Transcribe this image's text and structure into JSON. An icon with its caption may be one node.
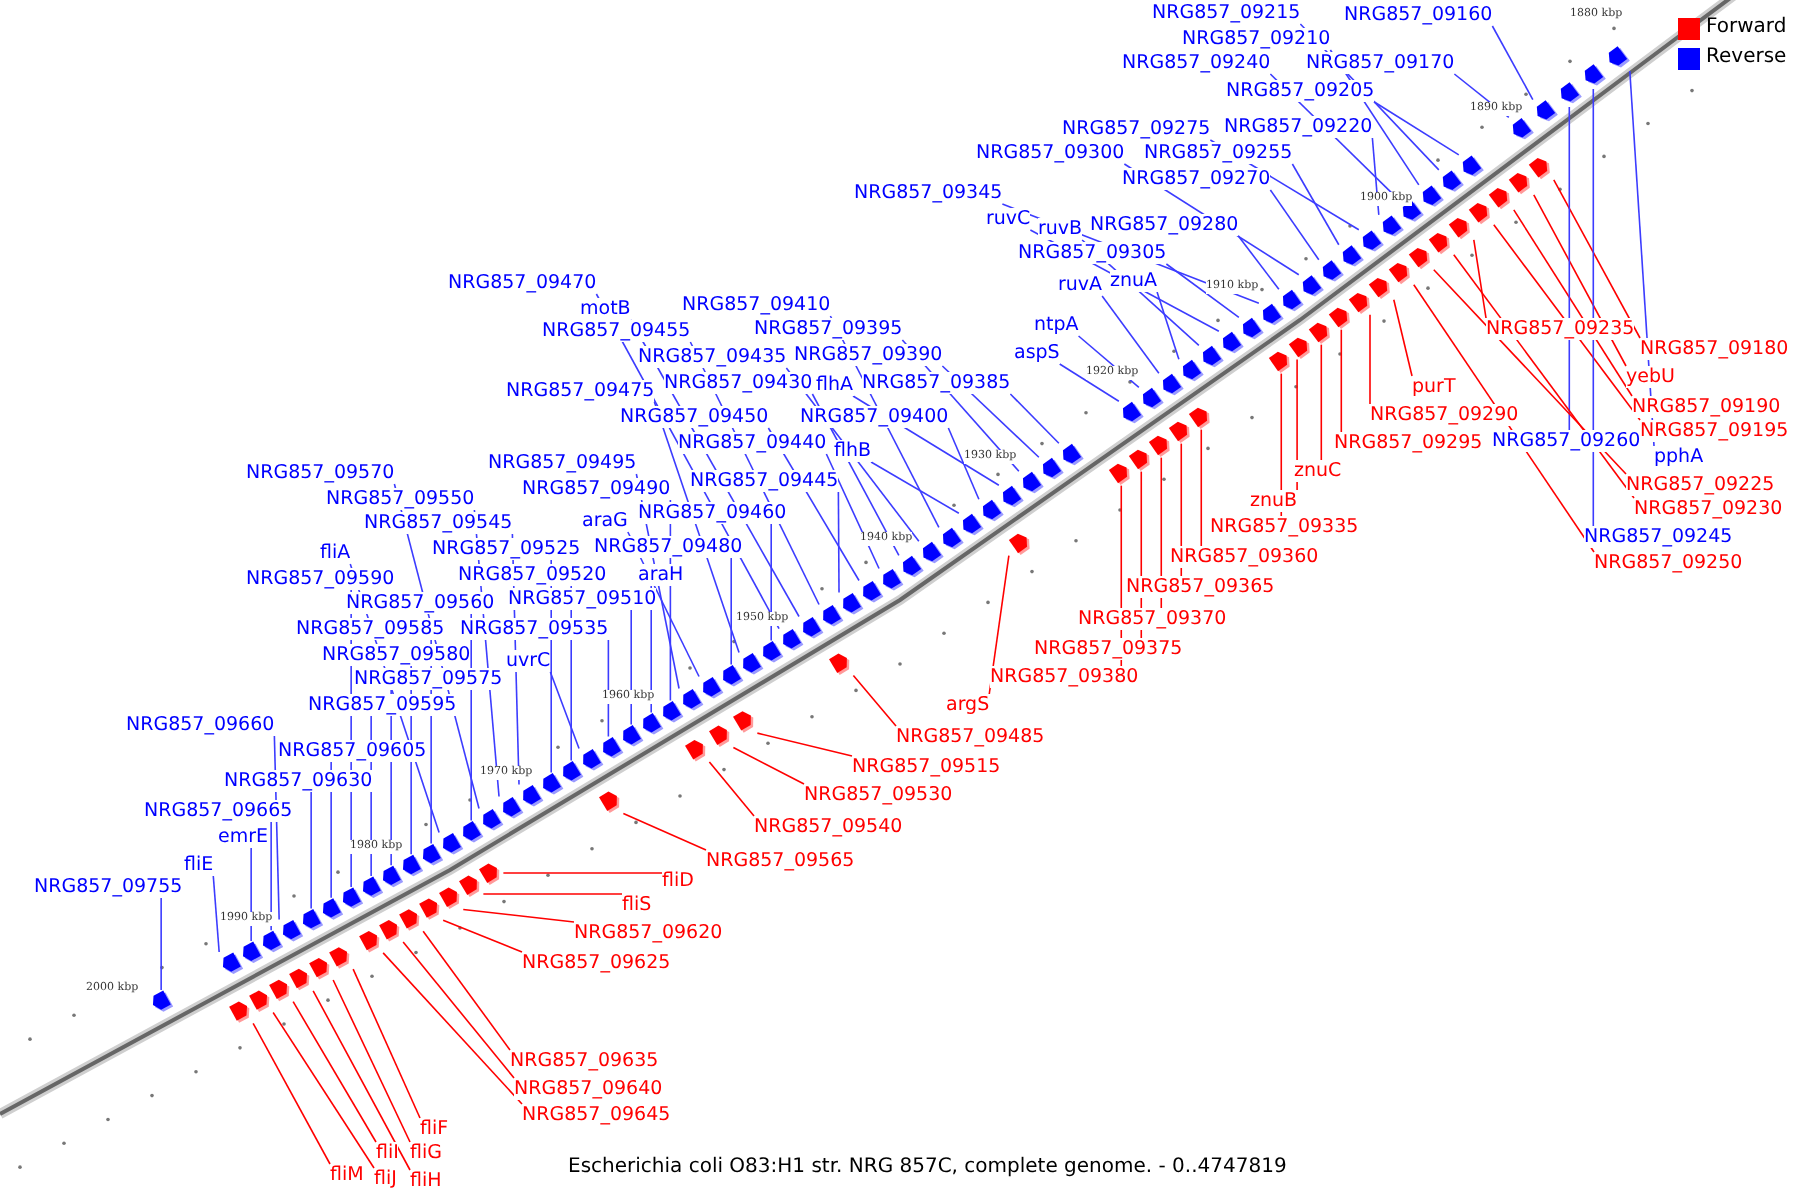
{
  "diagram": {
    "caption": "Escherichia coli O83:H1 str. NRG 857C, complete genome. - 0..4747819",
    "nodes": [
      {
        "text": [
          "NRG857_09215"
        ]
      },
      {
        "text": [
          "NRG857_09160"
        ]
      },
      {
        "text": [
          "NRG857_09210"
        ]
      },
      {
        "text": [
          "NRG857_09240"
        ]
      },
      {
        "text": [
          "NRG857_09170"
        ]
      },
      {
        "text": [
          "NRG857_09205"
        ]
      },
      {
        "text": [
          "NRG857_09275"
        ]
      },
      {
        "text": [
          "NRG857_09220"
        ]
      },
      {
        "text": [
          "NRG857_09300"
        ]
      },
      {
        "text": [
          "NRG857_09255"
        ]
      },
      {
        "text": [
          "NRG857_09270"
        ]
      },
      {
        "text": [
          "NRG857_09345"
        ]
      },
      {
        "text": [
          "ruvC"
        ]
      },
      {
        "text": [
          "NRG857_09280"
        ]
      },
      {
        "text": [
          "ruvB"
        ]
      },
      {
        "text": [
          "NRG857_09305"
        ]
      },
      {
        "text": [
          "znuA"
        ]
      },
      {
        "text": [
          "ruvA"
        ]
      },
      {
        "text": [
          "ntpA"
        ]
      },
      {
        "text": [
          "aspS"
        ]
      },
      {
        "text": [
          "NRG857_09235"
        ]
      },
      {
        "text": [
          "NRG857_09180"
        ]
      },
      {
        "text": [
          "yebU"
        ]
      },
      {
        "text": [
          "NRG857_09190"
        ]
      },
      {
        "text": [
          "NRG857_09195"
        ]
      },
      {
        "text": [
          "purT"
        ]
      },
      {
        "text": [
          "NRG857_09290"
        ]
      },
      {
        "text": [
          "NRG857_09295"
        ]
      },
      {
        "text": [
          "NRG857_09260"
        ]
      },
      {
        "text": [
          "pphA"
        ]
      },
      {
        "text": [
          "znuC"
        ]
      },
      {
        "text": [
          "NRG857_09225"
        ]
      },
      {
        "text": [
          "znuB"
        ]
      },
      {
        "text": [
          "NRG857_09230"
        ]
      },
      {
        "text": [
          "NRG857_09335"
        ]
      },
      {
        "text": [
          "NRG857_09245"
        ]
      },
      {
        "text": [
          "NRG857_09360"
        ]
      },
      {
        "text": [
          "NRG857_09250"
        ]
      },
      {
        "text": [
          "NRG857_09365"
        ]
      },
      {
        "text": [
          "NRG857_09370"
        ]
      },
      {
        "text": [
          "NRG857_09375"
        ]
      },
      {
        "text": [
          "NRG857_09380"
        ]
      },
      {
        "text": [
          "argS"
        ]
      },
      {
        "text": [
          "NRG857_09485"
        ]
      },
      {
        "text": [
          "NRG857_09515"
        ]
      },
      {
        "text": [
          "NRG857_09530"
        ]
      },
      {
        "text": [
          "NRG857_09540"
        ]
      },
      {
        "text": [
          "NRG857_09565"
        ]
      },
      {
        "text": [
          "NRG857_09470"
        ]
      },
      {
        "text": [
          "NRG857_09410"
        ]
      },
      {
        "text": [
          "motB"
        ]
      },
      {
        "text": [
          "NRG857_09395"
        ]
      },
      {
        "text": [
          "NRG857_09455"
        ]
      },
      {
        "text": [
          "NRG857_09390"
        ]
      },
      {
        "text": [
          "NRG857_09435"
        ]
      },
      {
        "text": [
          "NRG857_09430"
        ]
      },
      {
        "text": [
          "flhA"
        ]
      },
      {
        "text": [
          "NRG857_09385"
        ]
      },
      {
        "text": [
          "NRG857_09475"
        ]
      },
      {
        "text": [
          "NRG857_09450"
        ]
      },
      {
        "text": [
          "NRG857_09400"
        ]
      },
      {
        "text": [
          "NRG857_09440"
        ]
      },
      {
        "text": [
          "flhB"
        ]
      },
      {
        "text": [
          "NRG857_09495"
        ]
      },
      {
        "text": [
          "NRG857_09570"
        ]
      },
      {
        "text": [
          "NRG857_09445"
        ]
      },
      {
        "text": [
          "NRG857_09490"
        ]
      },
      {
        "text": [
          "NRG857_09550"
        ]
      },
      {
        "text": [
          "NRG857_09460"
        ]
      },
      {
        "text": [
          "araG"
        ]
      },
      {
        "text": [
          "NRG857_09545"
        ]
      },
      {
        "text": [
          "NRG857_09480"
        ]
      },
      {
        "text": [
          "NRG857_09525"
        ]
      },
      {
        "text": [
          "fliA"
        ]
      },
      {
        "text": [
          "NRG857_09520"
        ]
      },
      {
        "text": [
          "araH"
        ]
      },
      {
        "text": [
          "NRG857_09590"
        ]
      },
      {
        "text": [
          "NRG857_09510"
        ]
      },
      {
        "text": [
          "NRG857_09560"
        ]
      },
      {
        "text": [
          "NRG857_09585"
        ]
      },
      {
        "text": [
          "NRG857_09535"
        ]
      },
      {
        "text": [
          "NRG857_09580"
        ]
      },
      {
        "text": [
          "uvrC"
        ]
      },
      {
        "text": [
          "NRG857_09575"
        ]
      },
      {
        "text": [
          "NRG857_09595"
        ]
      },
      {
        "text": [
          "NRG857_09660"
        ]
      },
      {
        "text": [
          "NRG857_09605"
        ]
      },
      {
        "text": [
          "NRG857_09630"
        ]
      },
      {
        "text": [
          "NRG857_09665"
        ]
      },
      {
        "text": [
          "emrE"
        ]
      },
      {
        "text": [
          "fliE"
        ]
      },
      {
        "text": [
          "NRG857_09755"
        ]
      },
      {
        "text": [
          "fliD"
        ]
      },
      {
        "text": [
          "fliS"
        ]
      },
      {
        "text": [
          "NRG857_09620"
        ]
      },
      {
        "text": [
          "NRG857_09625"
        ]
      },
      {
        "text": [
          "NRG857_09635"
        ]
      },
      {
        "text": [
          "NRG857_09640"
        ]
      },
      {
        "text": [
          "NRG857_09645"
        ]
      },
      {
        "text": [
          "fliF"
        ]
      },
      {
        "text": [
          "fliI"
        ]
      },
      {
        "text": [
          "fliG"
        ]
      },
      {
        "text": [
          "fliM"
        ]
      },
      {
        "text": [
          "fliJ"
        ]
      },
      {
        "text": [
          "fliH"
        ]
      },
      {
        "text": [],
        "shape": "arrow"
      },
      {
        "text": [],
        "shape": "arrow"
      },
      {
        "text": [],
        "shape": "arrow"
      },
      {
        "text": [],
        "shape": "arrow"
      },
      {
        "text": [],
        "shape": "arrow"
      },
      {
        "text": [],
        "shape": "arrow"
      },
      {
        "text": [],
        "shape": "arrow"
      },
      {
        "text": [],
        "shape": "arrow"
      },
      {
        "text": [],
        "shape": "arrow"
      },
      {
        "text": [],
        "shape": "arrow"
      },
      {
        "text": [],
        "shape": "arrow"
      },
      {
        "text": [],
        "shape": "arrow"
      },
      {
        "text": [],
        "shape": "arrow"
      },
      {
        "text": [],
        "shape": "arrow"
      },
      {
        "text": [],
        "shape": "arrow"
      },
      {
        "text": [],
        "shape": "arrow"
      },
      {
        "text": [],
        "shape": "arrow"
      },
      {
        "text": [],
        "shape": "arrow"
      },
      {
        "text": [],
        "shape": "arrow"
      },
      {
        "text": [],
        "shape": "arrow"
      },
      {
        "text": [],
        "shape": "arrow"
      },
      {
        "text": [],
        "shape": "arrow"
      },
      {
        "text": [],
        "shape": "arrow"
      },
      {
        "text": [],
        "shape": "arrow"
      },
      {
        "text": [],
        "shape": "arrow"
      },
      {
        "text": [],
        "shape": "arrow"
      },
      {
        "text": [],
        "shape": "arrow"
      },
      {
        "text": [],
        "shape": "arrow"
      },
      {
        "text": [],
        "shape": "arrow"
      },
      {
        "text": [],
        "shape": "arrow"
      },
      {
        "text": [],
        "shape": "arrow"
      },
      {
        "text": [],
        "shape": "arrow"
      },
      {
        "text": [],
        "shape": "arrow"
      },
      {
        "text": [],
        "shape": "arrow"
      },
      {
        "text": [],
        "shape": "arrow"
      },
      {
        "text": [],
        "shape": "arrow"
      },
      {
        "text": [],
        "shape": "arrow"
      },
      {
        "text": [],
        "shape": "arrow"
      },
      {
        "text": [],
        "shape": "arrow"
      },
      {
        "text": [],
        "shape": "arrow"
      },
      {
        "text": [],
        "shape": "arrow"
      },
      {
        "text": [],
        "shape": "arrow"
      },
      {
        "text": [],
        "shape": "arrow"
      },
      {
        "text": [],
        "shape": "arrow"
      },
      {
        "text": [],
        "shape": "arrow"
      },
      {
        "text": [],
        "shape": "arrow"
      },
      {
        "text": [],
        "shape": "arrow"
      },
      {
        "text": [],
        "shape": "arrow"
      },
      {
        "text": [],
        "shape": "arrow"
      },
      {
        "text": [],
        "shape": "arrow"
      },
      {
        "text": [],
        "shape": "arrow"
      },
      {
        "text": [],
        "shape": "arrow"
      },
      {
        "text": [],
        "shape": "arrow"
      },
      {
        "text": [],
        "shape": "arrow"
      },
      {
        "text": [],
        "shape": "arrow"
      },
      {
        "text": [],
        "shape": "arrow"
      },
      {
        "text": [],
        "shape": "arrow"
      },
      {
        "text": [],
        "shape": "arrow"
      },
      {
        "text": [],
        "shape": "arrow"
      },
      {
        "text": [],
        "shape": "arrow"
      },
      {
        "text": [],
        "shape": "arrow"
      },
      {
        "text": [],
        "shape": "arrow"
      },
      {
        "text": [],
        "shape": "arrow"
      },
      {
        "text": [],
        "shape": "arrow"
      },
      {
        "text": [],
        "shape": "arrow"
      },
      {
        "text": [],
        "shape": "arrow"
      },
      {
        "text": [],
        "shape": "arrow"
      },
      {
        "text": [],
        "shape": "arrow"
      },
      {
        "text": [],
        "shape": "arrow"
      },
      {
        "text": [],
        "shape": "arrow"
      },
      {
        "text": [],
        "shape": "arrow"
      },
      {
        "text": [],
        "shape": "arrow"
      },
      {
        "text": [],
        "shape": "arrow"
      },
      {
        "text": [],
        "shape": "arrow"
      },
      {
        "text": [],
        "shape": "arrow"
      },
      {
        "text": [],
        "shape": "arrow"
      },
      {
        "text": [],
        "shape": "arrow"
      },
      {
        "text": [],
        "shape": "arrow"
      },
      {
        "text": [],
        "shape": "arrow"
      },
      {
        "text": [],
        "shape": "arrow"
      },
      {
        "text": [],
        "shape": "arrow"
      },
      {
        "text": [],
        "shape": "arrow"
      },
      {
        "text": [],
        "shape": "arrow"
      },
      {
        "text": [],
        "shape": "arrow"
      },
      {
        "text": [],
        "shape": "arrow"
      },
      {
        "text": [],
        "shape": "arrow"
      },
      {
        "text": [],
        "shape": "arrow"
      },
      {
        "text": [],
        "shape": "arrow"
      },
      {
        "text": [],
        "shape": "arrow"
      },
      {
        "text": [],
        "shape": "arrow"
      },
      {
        "text": [],
        "shape": "arrow"
      },
      {
        "text": [],
        "shape": "arrow"
      },
      {
        "text": [],
        "shape": "arrow"
      },
      {
        "text": [],
        "shape": "arrow"
      },
      {
        "text": [],
        "shape": "arrow"
      },
      {
        "text": [],
        "shape": "arrow"
      },
      {
        "text": [],
        "shape": "arrow"
      },
      {
        "text": [],
        "shape": "arrow"
      },
      {
        "text": [],
        "shape": "arrow"
      },
      {
        "text": [],
        "shape": "arrow"
      },
      {
        "text": [],
        "shape": "arrow"
      },
      {
        "text": [],
        "shape": "arrow"
      },
      {
        "text": [],
        "shape": "arrow"
      },
      {
        "text": [],
        "shape": "arrow"
      },
      {
        "text": [],
        "shape": "arrow"
      }
    ],
    "edges": [
      {
        "from": 0,
        "to": 105,
        "arrow": "none"
      },
      {
        "from": 1,
        "to": 106,
        "arrow": "none"
      },
      {
        "from": 2,
        "to": 107,
        "arrow": "none"
      },
      {
        "from": 3,
        "to": 108,
        "arrow": "none"
      },
      {
        "from": 4,
        "to": 109,
        "arrow": "none"
      },
      {
        "from": 5,
        "to": 110,
        "arrow": "none"
      },
      {
        "from": 6,
        "to": 111,
        "arrow": "none"
      },
      {
        "from": 7,
        "to": 112,
        "arrow": "none"
      },
      {
        "from": 8,
        "to": 113,
        "arrow": "none"
      },
      {
        "from": 9,
        "to": 114,
        "arrow": "none"
      },
      {
        "from": 10,
        "to": 115,
        "arrow": "none"
      },
      {
        "from": 11,
        "to": 116,
        "arrow": "none"
      },
      {
        "from": 12,
        "to": 117,
        "arrow": "none"
      },
      {
        "from": 13,
        "to": 118,
        "arrow": "none"
      },
      {
        "from": 14,
        "to": 119,
        "arrow": "none"
      },
      {
        "from": 15,
        "to": 120,
        "arrow": "none"
      },
      {
        "from": 16,
        "to": 121,
        "arrow": "none"
      },
      {
        "from": 17,
        "to": 122,
        "arrow": "none"
      },
      {
        "from": 18,
        "to": 123,
        "arrow": "none"
      },
      {
        "from": 19,
        "to": 124,
        "arrow": "none"
      },
      {
        "from": 20,
        "to": 125,
        "arrow": "none",
        "color": "#ff0000"
      },
      {
        "from": 21,
        "to": 126,
        "arrow": "none",
        "color": "#ff0000"
      },
      {
        "from": 22,
        "to": 127,
        "arrow": "none",
        "color": "#ff0000"
      },
      {
        "from": 23,
        "to": 128,
        "arrow": "none",
        "color": "#ff0000"
      },
      {
        "from": 24,
        "to": 129,
        "arrow": "none",
        "color": "#ff0000"
      },
      {
        "from": 25,
        "to": 130,
        "arrow": "none",
        "color": "#ff0000"
      },
      {
        "from": 26,
        "to": 131,
        "arrow": "none",
        "color": "#ff0000"
      },
      {
        "from": 27,
        "to": 132,
        "arrow": "none",
        "color": "#ff0000"
      },
      {
        "from": 28,
        "to": 133,
        "arrow": "none"
      },
      {
        "from": 29,
        "to": 134,
        "arrow": "none"
      },
      {
        "from": 30,
        "to": 135,
        "arrow": "none",
        "color": "#ff0000"
      },
      {
        "from": 31,
        "to": 136,
        "arrow": "none",
        "color": "#ff0000"
      },
      {
        "from": 32,
        "to": 137,
        "arrow": "none",
        "color": "#ff0000"
      },
      {
        "from": 33,
        "to": 138,
        "arrow": "none",
        "color": "#ff0000"
      },
      {
        "from": 34,
        "to": 139,
        "arrow": "none",
        "color": "#ff0000"
      },
      {
        "from": 35,
        "to": 140,
        "arrow": "none"
      },
      {
        "from": 36,
        "to": 141,
        "arrow": "none",
        "color": "#ff0000"
      },
      {
        "from": 37,
        "to": 142,
        "arrow": "none",
        "color": "#ff0000"
      },
      {
        "from": 38,
        "to": 143,
        "arrow": "none",
        "color": "#ff0000"
      },
      {
        "from": 39,
        "to": 144,
        "arrow": "none",
        "color": "#ff0000"
      },
      {
        "from": 40,
        "to": 145,
        "arrow": "none",
        "color": "#ff0000"
      },
      {
        "from": 41,
        "to": 146,
        "arrow": "none",
        "color": "#ff0000"
      },
      {
        "from": 42,
        "to": 147,
        "arrow": "none",
        "color": "#ff0000"
      },
      {
        "from": 43,
        "to": 148,
        "arrow": "none",
        "color": "#ff0000"
      },
      {
        "from": 44,
        "to": 149,
        "arrow": "none",
        "color": "#ff0000"
      },
      {
        "from": 45,
        "to": 150,
        "arrow": "none",
        "color": "#ff0000"
      },
      {
        "from": 46,
        "to": 151,
        "arrow": "none",
        "color": "#ff0000"
      },
      {
        "from": 47,
        "to": 152,
        "arrow": "none",
        "color": "#ff0000"
      },
      {
        "from": 48,
        "to": 153,
        "arrow": "none"
      },
      {
        "from": 49,
        "to": 154,
        "arrow": "none"
      },
      {
        "from": 50,
        "to": 155,
        "arrow": "none"
      },
      {
        "from": 51,
        "to": 156,
        "arrow": "none"
      },
      {
        "from": 52,
        "to": 157,
        "arrow": "none"
      },
      {
        "from": 53,
        "to": 158,
        "arrow": "none"
      },
      {
        "from": 54,
        "to": 159,
        "arrow": "none"
      },
      {
        "from": 55,
        "to": 160,
        "arrow": "none"
      },
      {
        "from": 56,
        "to": 161,
        "arrow": "none"
      },
      {
        "from": 57,
        "to": 162,
        "arrow": "none"
      },
      {
        "from": 58,
        "to": 163,
        "arrow": "none"
      },
      {
        "from": 59,
        "to": 164,
        "arrow": "none"
      },
      {
        "from": 60,
        "to": 165,
        "arrow": "none"
      },
      {
        "from": 61,
        "to": 166,
        "arrow": "none"
      },
      {
        "from": 62,
        "to": 167,
        "arrow": "none"
      },
      {
        "from": 63,
        "to": 168,
        "arrow": "none"
      },
      {
        "from": 64,
        "to": 169,
        "arrow": "none"
      },
      {
        "from": 65,
        "to": 170,
        "arrow": "none"
      },
      {
        "from": 66,
        "to": 171,
        "arrow": "none"
      },
      {
        "from": 67,
        "to": 172,
        "arrow": "none"
      },
      {
        "from": 68,
        "to": 173,
        "arrow": "none"
      },
      {
        "from": 69,
        "to": 174,
        "arrow": "none"
      },
      {
        "from": 70,
        "to": 175,
        "arrow": "none"
      },
      {
        "from": 71,
        "to": 176,
        "arrow": "none"
      },
      {
        "from": 72,
        "to": 177,
        "arrow": "none"
      },
      {
        "from": 73,
        "to": 178,
        "arrow": "none"
      },
      {
        "from": 74,
        "to": 179,
        "arrow": "none"
      },
      {
        "from": 75,
        "to": 180,
        "arrow": "none"
      },
      {
        "from": 76,
        "to": 181,
        "arrow": "none"
      },
      {
        "from": 77,
        "to": 182,
        "arrow": "none"
      },
      {
        "from": 78,
        "to": 183,
        "arrow": "none"
      },
      {
        "from": 79,
        "to": 184,
        "arrow": "none"
      },
      {
        "from": 80,
        "to": 185,
        "arrow": "none"
      },
      {
        "from": 81,
        "to": 186,
        "arrow": "none"
      },
      {
        "from": 82,
        "to": 187,
        "arrow": "none"
      },
      {
        "from": 83,
        "to": 188,
        "arrow": "none"
      },
      {
        "from": 84,
        "to": 189,
        "arrow": "none"
      },
      {
        "from": 85,
        "to": 190,
        "arrow": "none"
      },
      {
        "from": 86,
        "to": 191,
        "arrow": "none"
      },
      {
        "from": 87,
        "to": 192,
        "arrow": "none"
      },
      {
        "from": 88,
        "to": 193,
        "arrow": "none"
      },
      {
        "from": 89,
        "to": 194,
        "arrow": "none"
      },
      {
        "from": 90,
        "to": 195,
        "arrow": "none"
      },
      {
        "from": 91,
        "to": 196,
        "arrow": "none"
      },
      {
        "from": 92,
        "to": 197,
        "arrow": "none",
        "color": "#ff0000"
      },
      {
        "from": 93,
        "to": 198,
        "arrow": "none",
        "color": "#ff0000"
      },
      {
        "from": 94,
        "to": 199,
        "arrow": "none",
        "color": "#ff0000"
      },
      {
        "from": 95,
        "to": 200,
        "arrow": "none",
        "color": "#ff0000"
      },
      {
        "from": 96,
        "to": 201,
        "arrow": "none",
        "color": "#ff0000"
      },
      {
        "from": 97,
        "to": 202,
        "arrow": "none",
        "color": "#ff0000"
      },
      {
        "from": 98,
        "to": 203,
        "arrow": "none",
        "color": "#ff0000"
      },
      {
        "from": 99,
        "to": 204,
        "arrow": "none",
        "color": "#ff0000"
      },
      {
        "from": 100,
        "to": 205,
        "arrow": "none",
        "color": "#ff0000"
      },
      {
        "from": 101,
        "to": 206,
        "arrow": "none",
        "color": "#ff0000"
      },
      {
        "from": 102,
        "to": 207,
        "arrow": "none",
        "color": "#ff0000"
      },
      {
        "from": 103,
        "to": 208,
        "arrow": "none",
        "color": "#ff0000"
      },
      {
        "from": 104,
        "to": 209,
        "arrow": "none",
        "color": "#ff0000"
      }
    ],
    "labels": [
      "1880 kbp",
      "1890 kbp",
      "1900 kbp",
      "1910 kbp",
      "1920 kbp",
      "1930 kbp",
      "1940 kbp",
      "1950 kbp",
      "1960 kbp",
      "1970 kbp",
      "1980 kbp",
      "1990 kbp",
      "2000 kbp"
    ],
    "legend": [
      {
        "text": "Forward",
        "color": "#ff0000"
      },
      {
        "text": "Reverse",
        "color": "#0000ff"
      }
    ]
  }
}
